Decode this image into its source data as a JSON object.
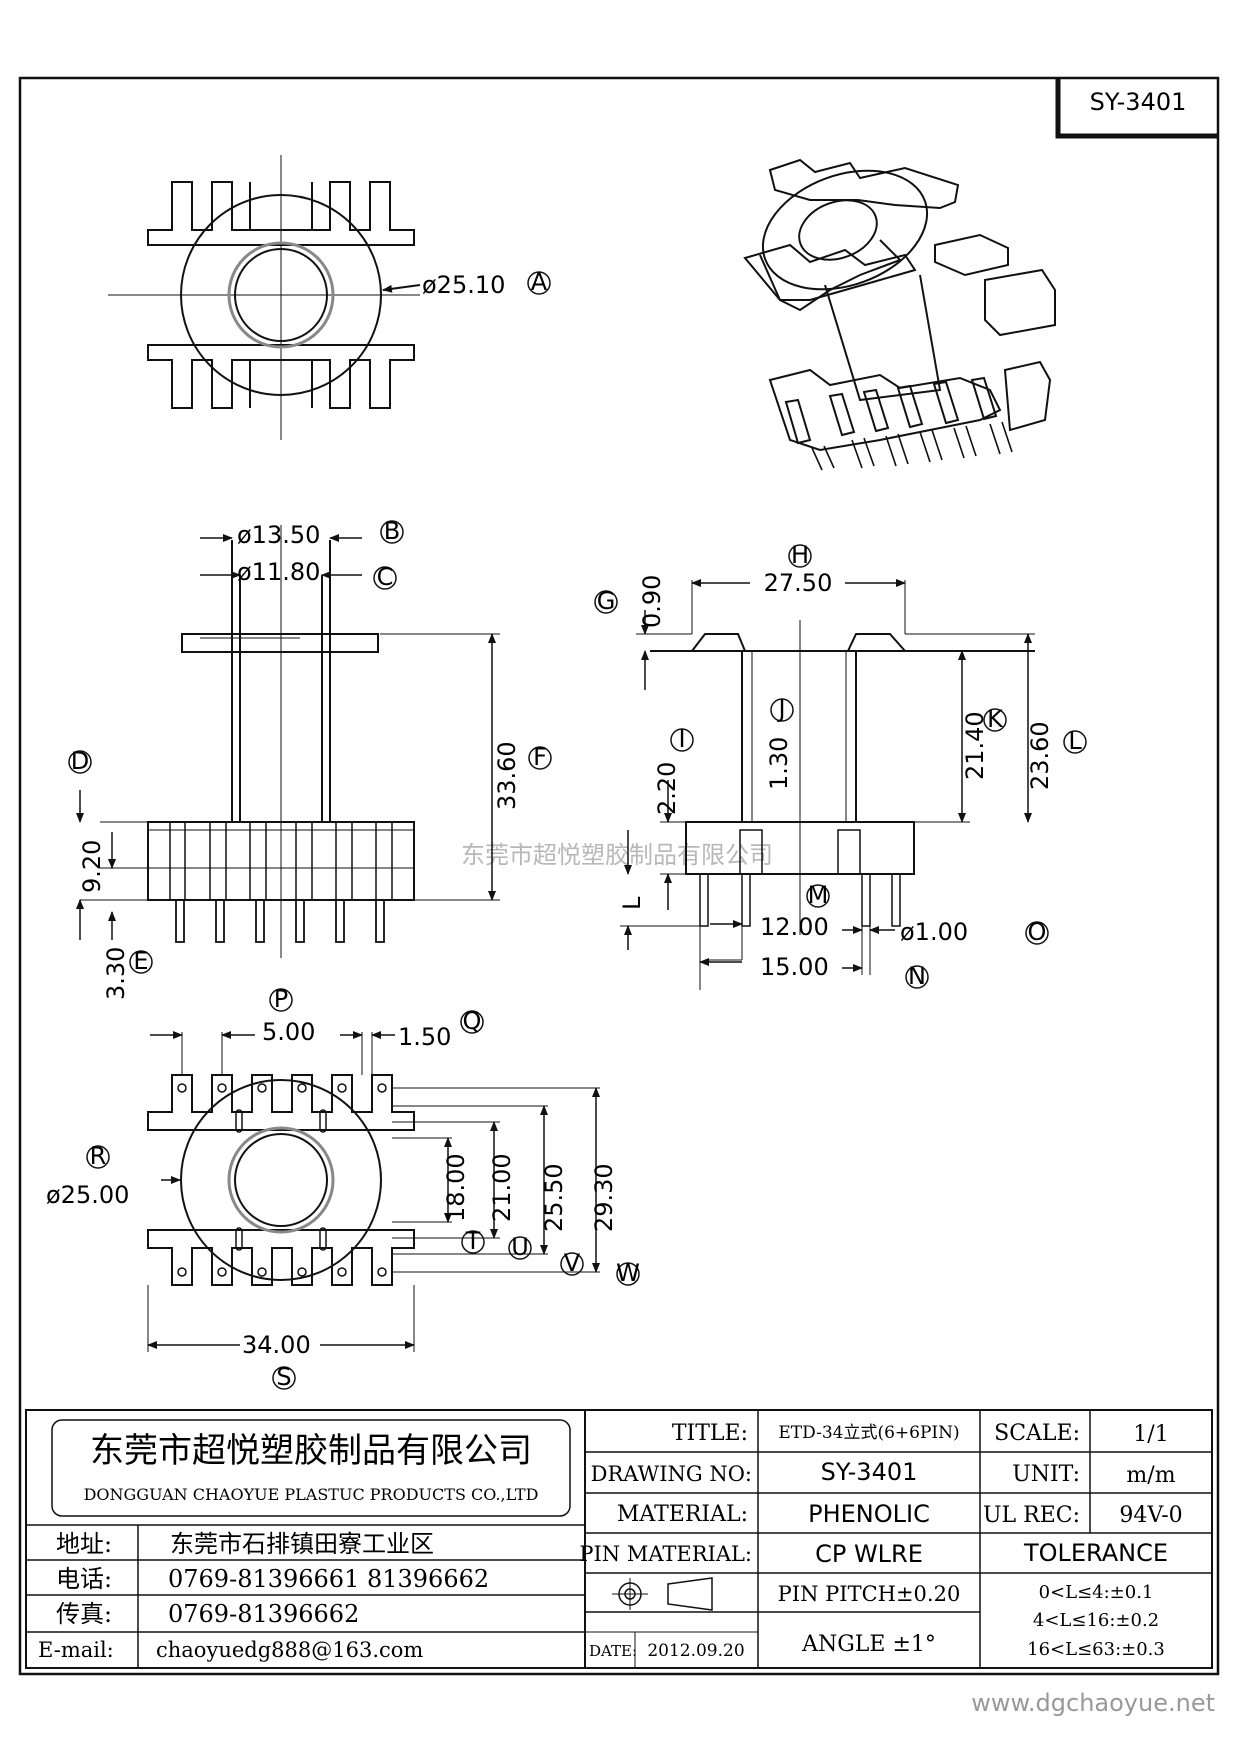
{
  "part_no": "SY-3401",
  "watermark": "东莞市超悦塑胶制品有限公司",
  "footer_url": "www.dgchaoyue.net",
  "dims": {
    "A": {
      "value": "ø25.10",
      "tag": "A"
    },
    "B": {
      "value": "ø13.50",
      "tag": "B"
    },
    "C": {
      "value": "ø11.80",
      "tag": "C"
    },
    "D": {
      "value": "9.20",
      "tag": "D"
    },
    "E": {
      "value": "3.30",
      "tag": "E"
    },
    "F": {
      "value": "33.60",
      "tag": "F"
    },
    "G": {
      "value": "0.90",
      "tag": "G"
    },
    "H": {
      "value": "27.50",
      "tag": "H"
    },
    "I": {
      "value": "2.20",
      "tag": "I"
    },
    "J": {
      "value": "1.30",
      "tag": "J"
    },
    "K": {
      "value": "21.40",
      "tag": "K"
    },
    "L": {
      "value": "23.60",
      "tag": "L"
    },
    "Lsym": "L",
    "M": {
      "value": "12.00",
      "tag": "M"
    },
    "N": {
      "value": "15.00",
      "tag": "N"
    },
    "O": {
      "value": "ø1.00",
      "tag": "O"
    },
    "P": {
      "value": "5.00",
      "tag": "P"
    },
    "Q": {
      "value": "1.50",
      "tag": "Q"
    },
    "R": {
      "value": "ø25.00",
      "tag": "R"
    },
    "S": {
      "value": "34.00",
      "tag": "S"
    },
    "T": {
      "value": "18.00",
      "tag": "T"
    },
    "U": {
      "value": "21.00",
      "tag": "U"
    },
    "V": {
      "value": "25.50",
      "tag": "V"
    },
    "W": {
      "value": "29.30",
      "tag": "W"
    }
  },
  "title_block": {
    "company_cn": "东莞市超悦塑胶制品有限公司",
    "company_en": "DONGGUAN CHAOYUE PLASTUC PRODUCTS CO.,LTD",
    "address_label": "地址:",
    "address": "东莞市石排镇田寮工业区",
    "phone_label": "电话:",
    "phone": "0769-81396661  81396662",
    "fax_label": "传真:",
    "fax": "0769-81396662",
    "email_label": "E-mail:",
    "email": "chaoyuedg888@163.com",
    "title_label": "TITLE:",
    "title": "ETD-34立式(6+6PIN)",
    "scale_label": "SCALE:",
    "scale": "1/1",
    "drawing_no_label": "DRAWING NO:",
    "drawing_no": "SY-3401",
    "unit_label": "UNIT:",
    "unit": "m/m",
    "material_label": "MATERIAL:",
    "material": "PHENOLIC",
    "ul_label": "UL REC:",
    "ul": "94V-0",
    "pin_material_label": "PIN MATERIAL:",
    "pin_material": "CP WLRE",
    "tolerance_label": "TOLERANCE",
    "pin_pitch": "PIN PITCH±0.20",
    "tol1": "0<L≤4:±0.1",
    "tol2": "4<L≤16:±0.2",
    "tol3": "16<L≤63:±0.3",
    "date_label": "DATE:",
    "date": "2012.09.20",
    "angle": "ANGLE  ±1°"
  }
}
